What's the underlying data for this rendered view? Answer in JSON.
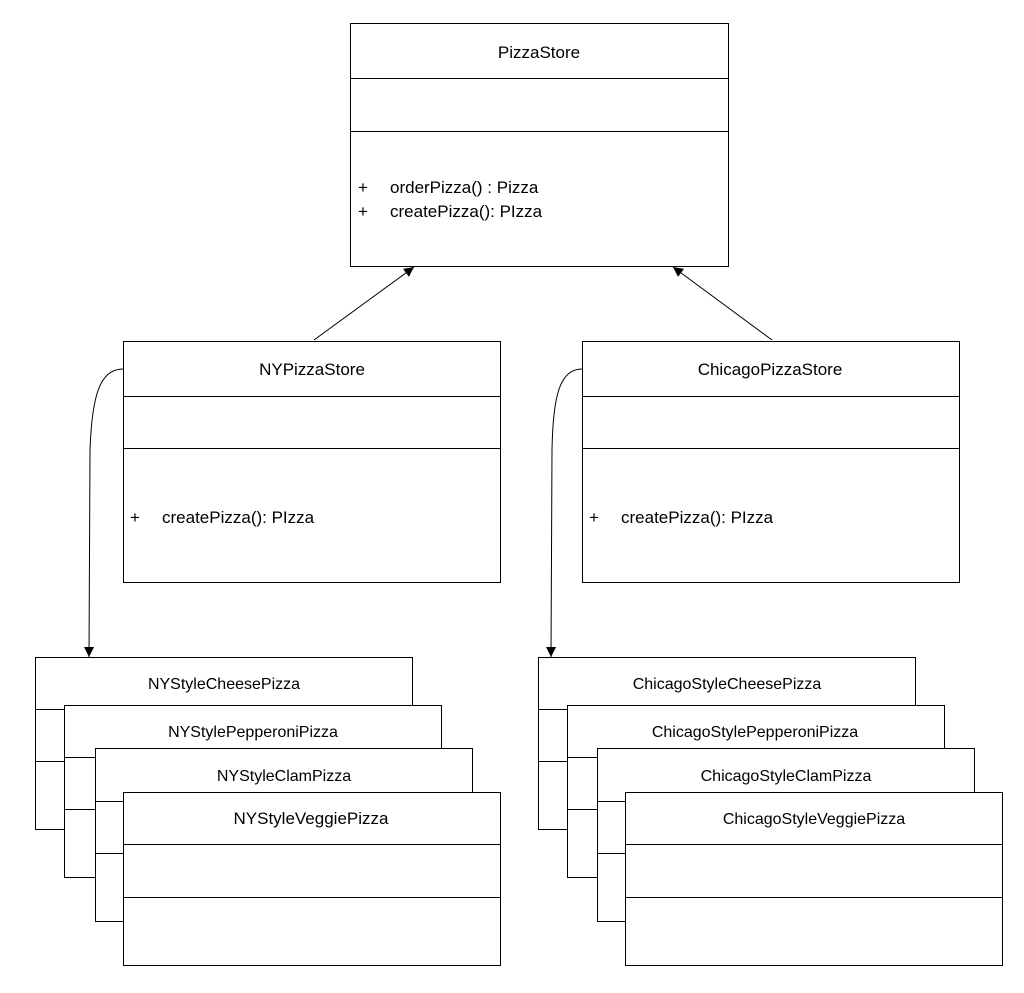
{
  "pizza_store": {
    "name": "PizzaStore",
    "operations": [
      {
        "visibility": "+",
        "text": "orderPizza() : Pizza"
      },
      {
        "visibility": "+",
        "text": "createPizza(): PIzza"
      }
    ]
  },
  "ny_store": {
    "name": "NYPizzaStore",
    "operations": [
      {
        "visibility": "+",
        "text": "createPizza(): PIzza"
      }
    ]
  },
  "chicago_store": {
    "name": "ChicagoPizzaStore",
    "operations": [
      {
        "visibility": "+",
        "text": "createPizza(): PIzza"
      }
    ]
  },
  "ny_pizzas": [
    {
      "name": "NYStyleCheesePizza"
    },
    {
      "name": "NYStylePepperoniPizza"
    },
    {
      "name": "NYStyleClamPizza"
    },
    {
      "name": "NYStyleVeggiePizza"
    }
  ],
  "chicago_pizzas": [
    {
      "name": "ChicagoStyleCheesePizza"
    },
    {
      "name": "ChicagoStylePepperoniPizza"
    },
    {
      "name": "ChicagoStyleClamPizza"
    },
    {
      "name": "ChicagoStyleVeggiePizza"
    }
  ]
}
